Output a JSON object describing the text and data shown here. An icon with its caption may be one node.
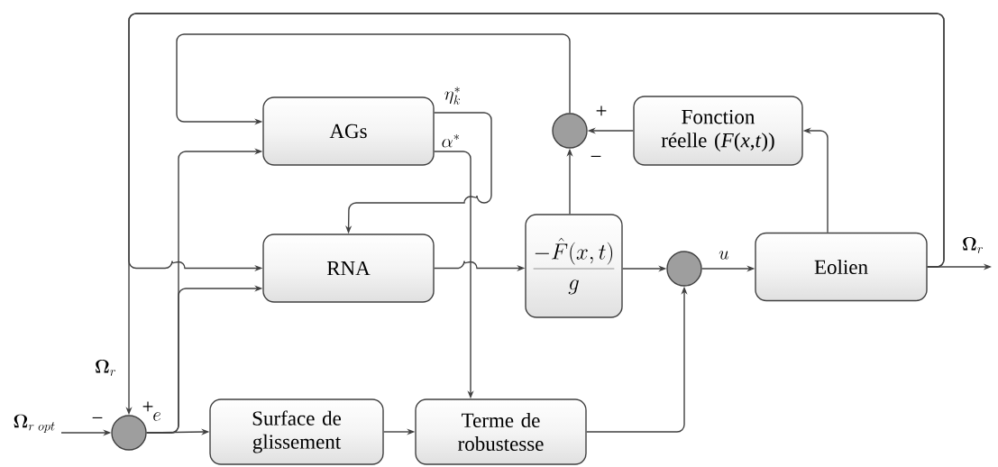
{
  "diagram": {
    "nodes": [
      {
        "text": [
          "AGs"
        ]
      },
      {
        "text": [
          "RNA"
        ]
      },
      {
        "text": [
          "\\frac{-\\hat{F}(x,t)}{g}"
        ]
      },
      {
        "text": [],
        "shape": "circle"
      },
      {
        "text": [
          "Fonction réelle (*F*(*x*,*t*))"
        ]
      },
      {
        "text": [
          "Eolien"
        ]
      },
      {
        "text": [],
        "shape": "circle"
      },
      {
        "text": [
          "Surface de glissement"
        ]
      },
      {
        "text": [
          "Terme de robustesse"
        ]
      },
      {
        "text": [],
        "shape": "circle"
      }
    ],
    "edges": [
      {
        "from": null,
        "to": 9,
        "arrow": "to",
        "label": "\\mathbf{\\Omega}_{r\\;opt}"
      },
      {
        "from": 9,
        "to": 7,
        "arrow": "to",
        "label": "e"
      },
      {
        "from": 9,
        "to": 0,
        "arrow": "to"
      },
      {
        "from": 9,
        "to": 1,
        "arrow": "to"
      },
      {
        "from": 5,
        "to": 9,
        "arrow": "to",
        "label": "\\mathbf{\\Omega}_{r}"
      },
      {
        "from": 5,
        "to": null,
        "arrow": "to",
        "label": "\\mathbf{\\Omega}_{r}"
      },
      {
        "from": 5,
        "to": 1,
        "arrow": "to"
      },
      {
        "from": 3,
        "to": 0,
        "arrow": "to"
      },
      {
        "from": 0,
        "to": 1,
        "arrow": "to",
        "label": "\\eta_k^{*}"
      },
      {
        "from": 0,
        "to": 8,
        "arrow": "to",
        "label": "\\alpha^{*}"
      },
      {
        "from": 1,
        "to": 2,
        "arrow": "to"
      },
      {
        "from": 2,
        "to": 3,
        "arrow": "to"
      },
      {
        "from": 4,
        "to": 3,
        "arrow": "to"
      },
      {
        "from": 5,
        "to": 4,
        "arrow": "to"
      },
      {
        "from": 2,
        "to": 6,
        "arrow": "to"
      },
      {
        "from": 6,
        "to": 5,
        "arrow": "to",
        "label": "u"
      },
      {
        "from": 8,
        "to": 6,
        "arrow": "to"
      },
      {
        "from": 7,
        "to": 8,
        "arrow": "to"
      }
    ],
    "labels": [
      "+",
      "−",
      "−",
      "+"
    ]
  }
}
